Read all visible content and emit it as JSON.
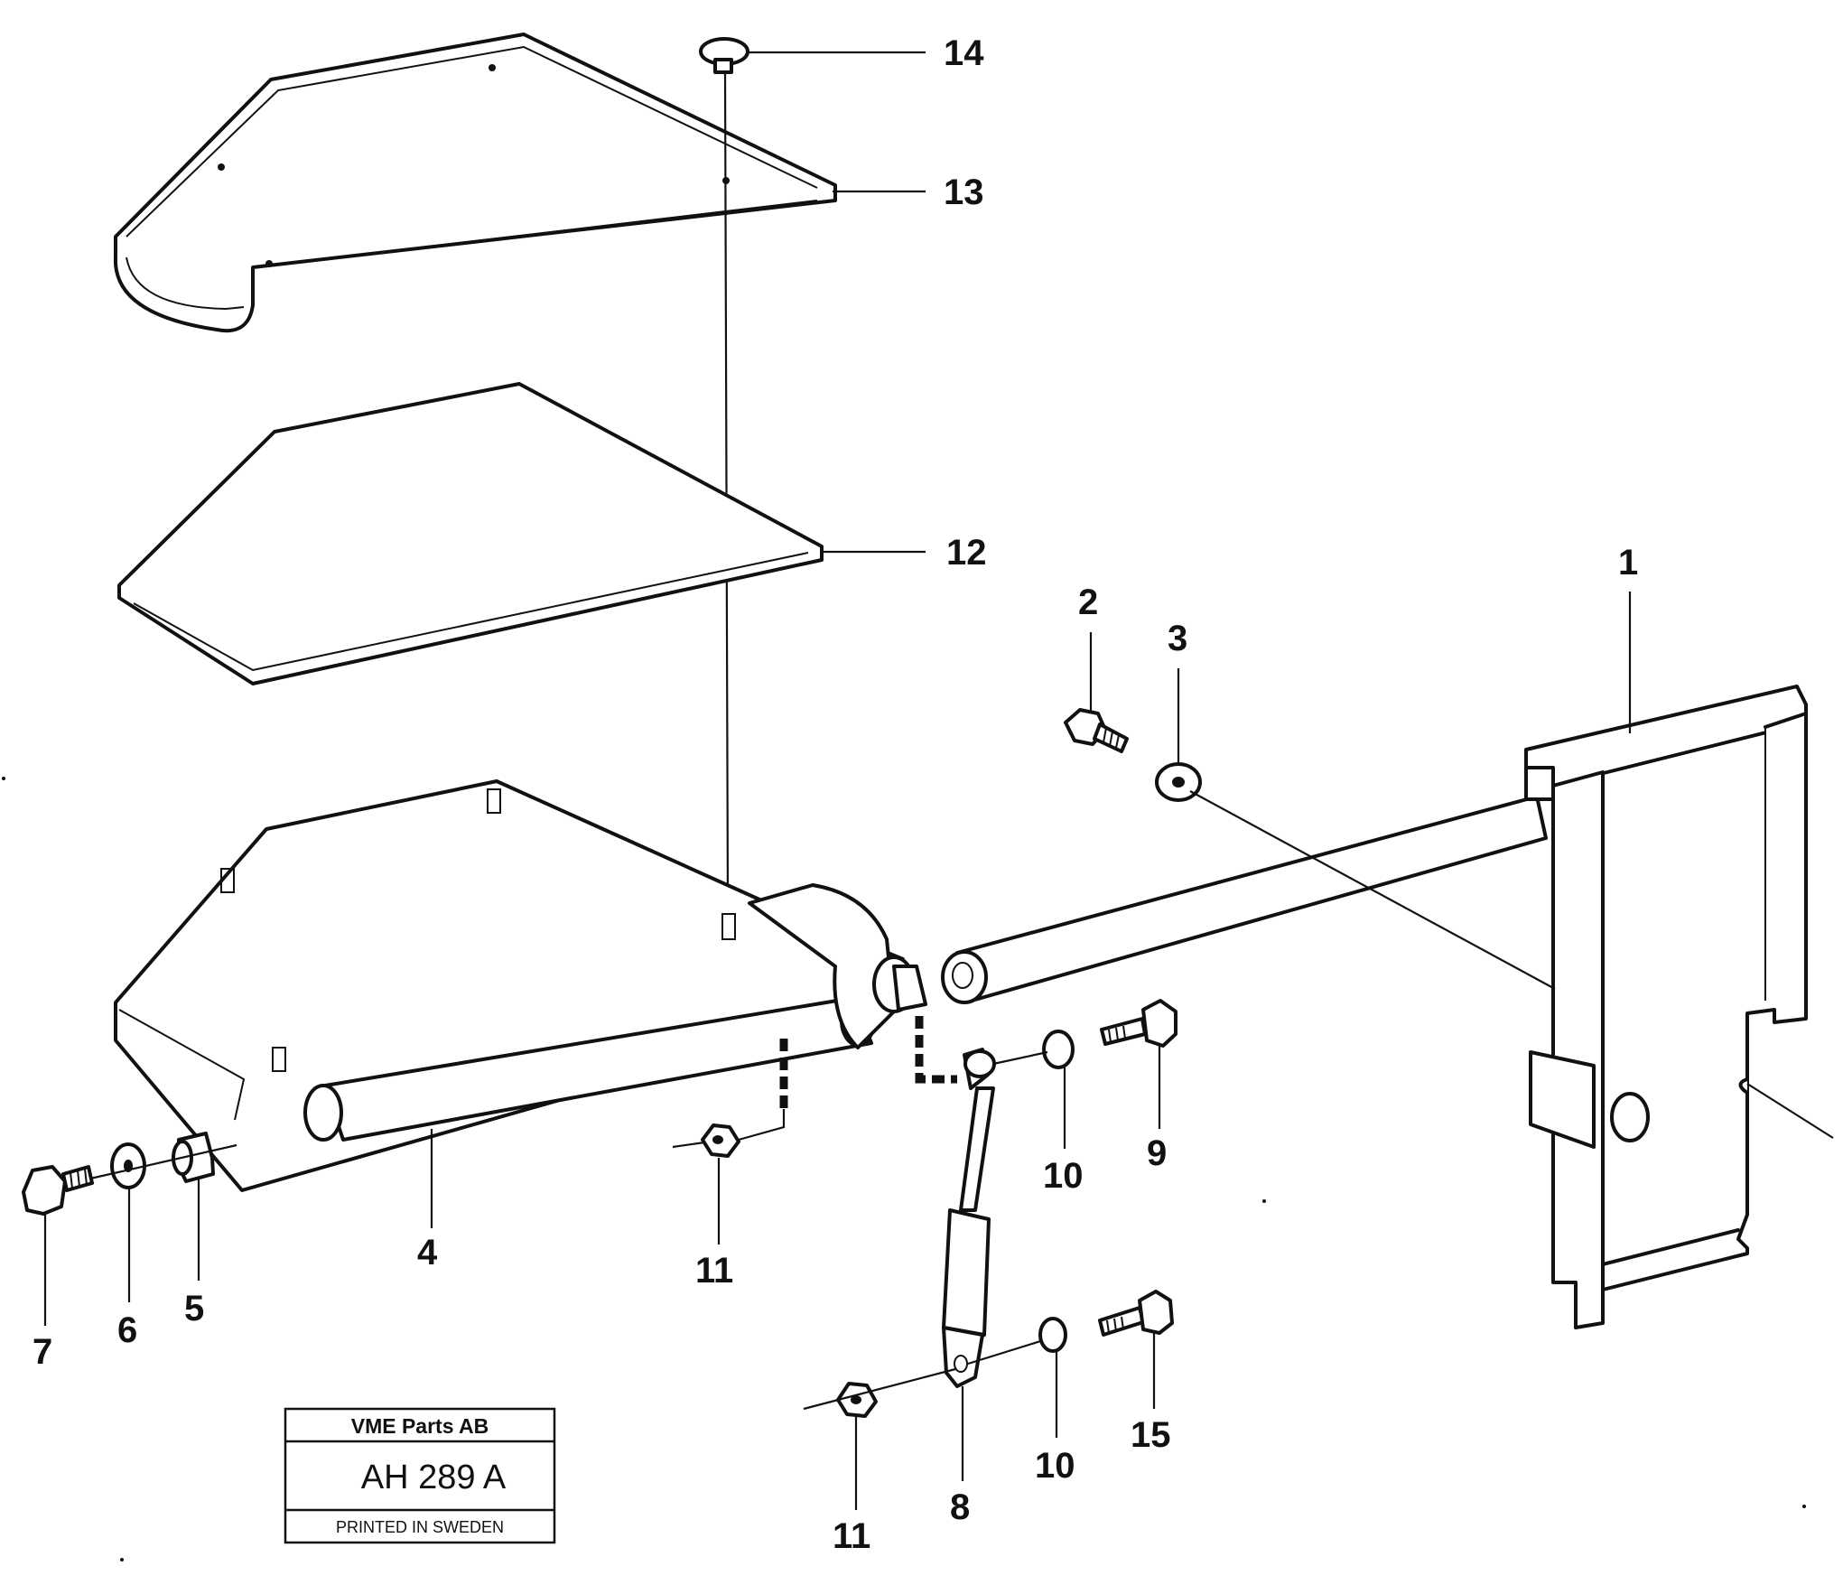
{
  "callouts": {
    "c1": "1",
    "c2": "2",
    "c3": "3",
    "c4": "4",
    "c5": "5",
    "c6": "6",
    "c7": "7",
    "c8": "8",
    "c9": "9",
    "c10a": "10",
    "c10b": "10",
    "c11a": "11",
    "c11b": "11",
    "c12": "12",
    "c13": "13",
    "c14": "14",
    "c15": "15"
  },
  "title_block": {
    "company": "VME Parts AB",
    "drawing_number": "AH 289 A",
    "printed": "PRINTED IN SWEDEN"
  }
}
